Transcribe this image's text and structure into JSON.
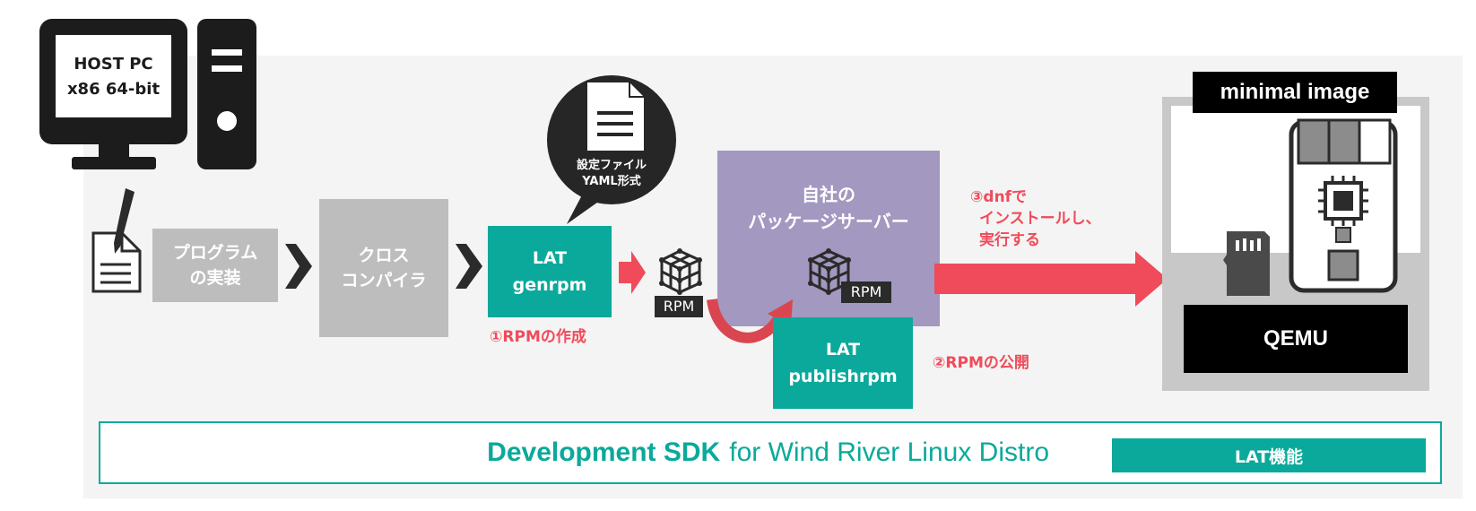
{
  "host": {
    "line1": "HOST PC",
    "line2": "x86 64-bit"
  },
  "steps": {
    "program": [
      "プログラム",
      "の実装"
    ],
    "cross": [
      "クロス",
      "コンパイラ"
    ],
    "genrpm": [
      "LAT",
      "genrpm"
    ],
    "publishrpm": [
      "LAT",
      "publishrpm"
    ]
  },
  "config_bubble": [
    "設定ファイル",
    "YAML形式"
  ],
  "server": [
    "自社の",
    "パッケージサーバー"
  ],
  "rpm_label": "RPM",
  "annotations": {
    "create": "①RPMの作成",
    "publish": "②RPMの公開",
    "install": [
      "③dnfで",
      "インストールし、",
      "実行する"
    ]
  },
  "target": {
    "title": "minimal image",
    "qemu": "QEMU"
  },
  "sdk": {
    "bold": "Development SDK",
    "rest": "for Wind River Linux Distro"
  },
  "legend": "LAT機能",
  "colors": {
    "teal": "#0aa99b",
    "grey": "#bdbdbd",
    "red": "#f04b5a",
    "purple": "#a398c0",
    "dark": "#1c1c1c"
  }
}
